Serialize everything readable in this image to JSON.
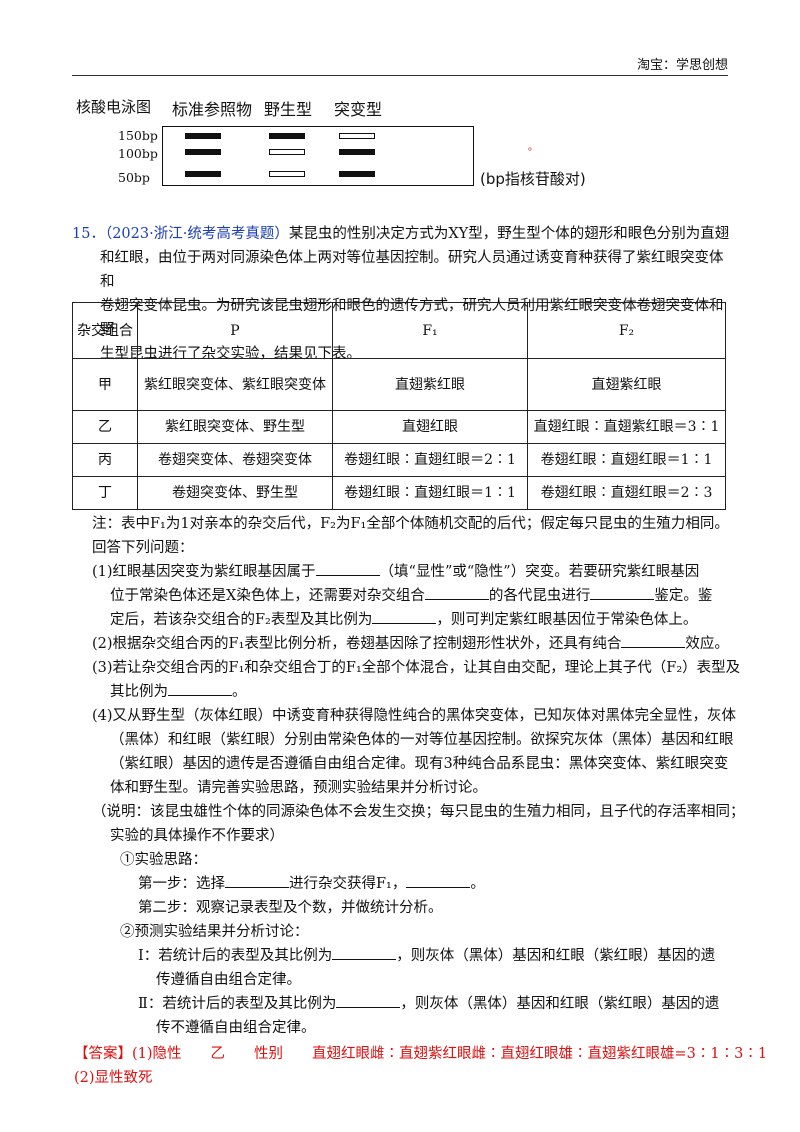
{
  "header": {
    "text": "淘宝：学思创想"
  },
  "gel": {
    "title": "核酸电泳图",
    "lanes": [
      "标准参照物",
      "野生型",
      "突变型"
    ],
    "markers": [
      "150bp",
      "100bp",
      "50bp"
    ],
    "note": "(bp指核苷酸对)",
    "dot": "。"
  },
  "question": {
    "number": "15．",
    "source": "（2023·浙江·统考高考真题）",
    "intro": [
      "某昆虫的性别决定方式为XY型，野生型个体的翅形和眼色分别为直翅",
      "和红眼，由位于两对同源染色体上两对等位基因控制。研究人员通过诱变育种获得了紫红眼突变体和",
      "卷翅突变体昆虫。为研究该昆虫翅形和眼色的遗传方式，研究人员利用紫红眼突变体卷翅突变体和野",
      "生型昆虫进行了杂交实验，结果见下表。"
    ]
  },
  "table": {
    "headers": [
      "杂交组合",
      "P",
      "F₁",
      "F₂"
    ],
    "rows": [
      [
        "甲",
        "紫红眼突变体、紫红眼突变体",
        "直翅紫红眼",
        "直翅紫红眼"
      ],
      [
        "乙",
        "紫红眼突变体、野生型",
        "直翅红眼",
        "直翅红眼∶直翅紫红眼＝3∶1"
      ],
      [
        "丙",
        "卷翅突变体、卷翅突变体",
        "卷翅红眼∶直翅红眼＝2∶1",
        "卷翅红眼∶直翅红眼＝1∶1"
      ],
      [
        "丁",
        "卷翅突变体、野生型",
        "卷翅红眼∶直翅红眼＝1∶1",
        "卷翅红眼∶直翅红眼＝2∶3"
      ]
    ]
  },
  "lines": {
    "note": "注：表中F₁为1对亲本的杂交后代，F₂为F₁全部个体随机交配的后代；假定每只昆虫的生殖力相同。",
    "prompt": "回答下列问题：",
    "q1a_1": "(1)红眼基因突变为紫红眼基因属于",
    "q1a_2": "（填“显性”或“隐性”）突变。若要研究紫红眼基因",
    "q1b_1": "位于常染色体还是X染色体上，还需要对杂交组合",
    "q1b_2": "的各代昆虫进行",
    "q1b_3": "鉴定。鉴",
    "q1c_1": "定后，若该杂交组合的F₂表型及其比例为",
    "q1c_2": "，则可判定紫红眼基因位于常染色体上。",
    "q2_1": "(2)根据杂交组合丙的F₁表型比例分析，卷翅基因除了控制翅形性状外，还具有纯合",
    "q2_2": "效应。",
    "q3a": "(3)若让杂交组合丙的F₁和杂交组合丁的F₁全部个体混合，让其自由交配，理论上其子代（F₂）表型及",
    "q3b_1": "其比例为",
    "q3b_2": "。",
    "q4a": "(4)又从野生型（灰体红眼）中诱变育种获得隐性纯合的黑体突变体，已知灰体对黑体完全显性，灰体",
    "q4b": "（黑体）和红眼（紫红眼）分别由常染色体的一对等位基因控制。欲探究灰体（黑体）基因和红眼",
    "q4c": "（紫红眼）基因的遗传是否遵循自由组合定律。现有3种纯合品系昆虫：黑体突变体、紫红眼突变",
    "q4d": "体和野生型。请完善实验思路，预测实验结果并分析讨论。",
    "s1": "（说明：该昆虫雄性个体的同源染色体不会发生交换；每只昆虫的生殖力相同，且子代的存活率相同；",
    "s2": "实验的具体操作不作要求）",
    "e1": "①实验思路：",
    "e2_1": "第一步：选择",
    "e2_2": "进行杂交获得F₁，",
    "e2_3": "。",
    "e3": "第二步：观察记录表型及个数，并做统计分析。",
    "e4": "②预测实验结果并分析讨论：",
    "r1_1": "Ⅰ：若统计后的表型及其比例为",
    "r1_2": "，则灰体（黑体）基因和红眼（紫红眼）基因的遗",
    "r1b": "传遵循自由组合定律。",
    "r2_1": "Ⅱ：若统计后的表型及其比例为",
    "r2_2": "，则灰体（黑体）基因和红眼（紫红眼）基因的遗",
    "r2b": "传不遵循自由组合定律。"
  },
  "answer": {
    "line1": "【答案】(1)隐性　　乙　　性别　　直翅红眼雌∶直翅紫红眼雌∶直翅红眼雄∶直翅紫红眼雄=3∶1∶3∶1",
    "line2": "(2)显性致死"
  },
  "colors": {
    "answer": "#d11111",
    "question_label": "#1a3fb5"
  }
}
